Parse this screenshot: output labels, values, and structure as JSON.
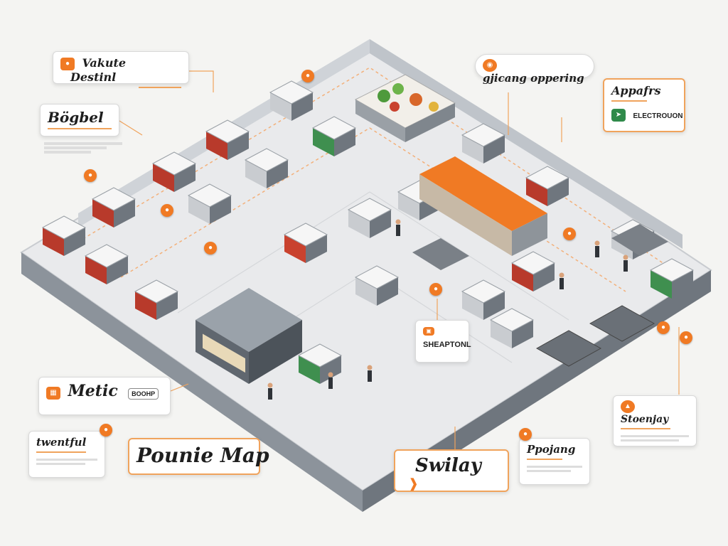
{
  "map": {
    "title": "Pounie Map",
    "callouts": [
      {
        "id": "vakute-destinl",
        "title_a": "Vakute",
        "title_b": "Destinl",
        "icon": "store-pin-icon"
      },
      {
        "id": "bogbel",
        "title": "Bögbel",
        "icon": "info-icon"
      },
      {
        "id": "metic",
        "title": "Metic",
        "badge": "BOOHP",
        "icon": "grid-icon"
      },
      {
        "id": "twentful",
        "title": "twentful",
        "icon": "pin-icon"
      },
      {
        "id": "gjicang",
        "title": "gjicang oppering",
        "icon": "bag-icon"
      },
      {
        "id": "appafrs",
        "title": "Appafrs",
        "subtitle": "ELECTROUON",
        "icon": "plug-icon"
      },
      {
        "id": "sheptonl",
        "title": "SHEAPTONL",
        "icon": "tag-icon"
      },
      {
        "id": "swilay",
        "title": "Swilay",
        "icon": "cart-icon"
      },
      {
        "id": "ppojang",
        "title": "Ppojang",
        "icon": "cart-icon"
      },
      {
        "id": "stoenjay",
        "title": "Stoenjay",
        "icon": "fire-icon"
      }
    ]
  },
  "colors": {
    "accent": "#f07a24",
    "accent_soft": "#f0a35c",
    "floor": "#e9eaec",
    "wall": "#5a6068",
    "green_shelf": "#3f8f4f",
    "red_shelf": "#b83a2b"
  }
}
